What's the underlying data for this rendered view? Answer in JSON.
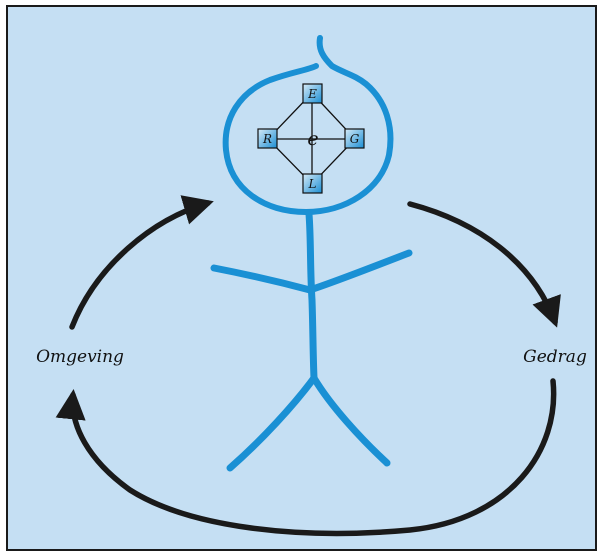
{
  "colors": {
    "background": "#c5dff3",
    "frame": "#1a1a1a",
    "figure": "#1a90d4",
    "node_fill": "#2a9ad8",
    "arrow": "#1a1a1a"
  },
  "figure": {
    "nodes": [
      {
        "id": "top",
        "label": "E"
      },
      {
        "id": "left",
        "label": "R"
      },
      {
        "id": "right",
        "label": "G"
      },
      {
        "id": "bottom",
        "label": "L"
      }
    ],
    "center_label": "e"
  },
  "labels": {
    "left": "Omgeving",
    "right": "Gedrag"
  }
}
